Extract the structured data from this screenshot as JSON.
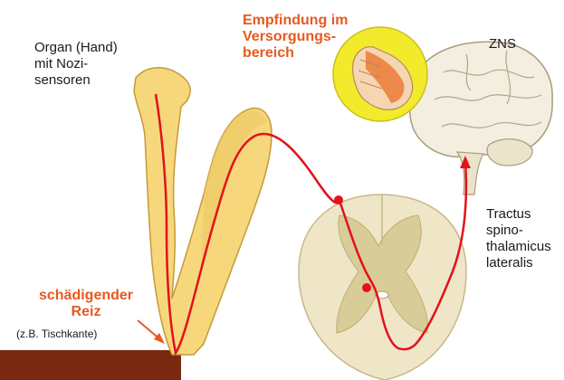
{
  "labels": {
    "organ": "Organ (Hand)\nmit Nozi-\nsensoren",
    "empfindung": "Empfindung im\nVersorgungs-\nbereich",
    "zns": "ZNS",
    "tractus": "Tractus\nspino-\nthalamicus\nlateralis",
    "reiz_title": "schädigender\nReiz",
    "reiz_example": "(z.B. Tischkante)"
  },
  "colors": {
    "skin": "#f6d77c",
    "skin_outline": "#c49a3a",
    "pathway": "#e3111b",
    "brain": "#f3eee0",
    "spinal_cord": "#efe6c8",
    "grey_matter": "#d8cc98",
    "highlight_circle": "#f4ea2c",
    "table_edge": "#7a2a10",
    "accent_text": "#e8581f"
  }
}
